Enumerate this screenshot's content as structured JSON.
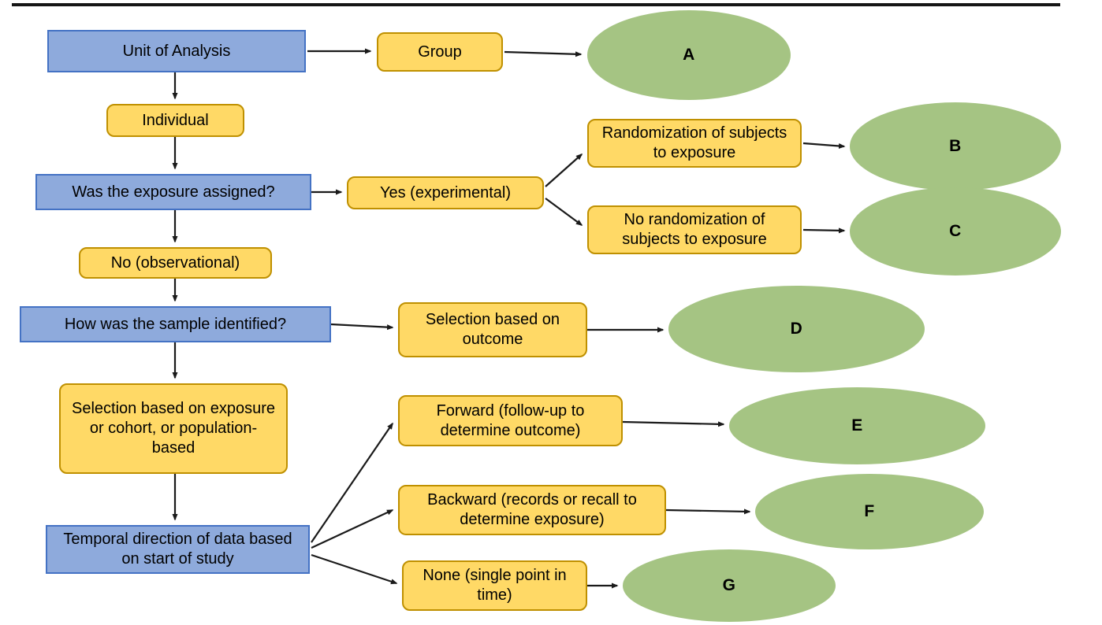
{
  "title": "Study design decision flowchart",
  "colors": {
    "decision_fill": "#8EAADC",
    "decision_border": "#4472C4",
    "option_fill": "#FFD966",
    "option_border": "#BF9000",
    "outcome_fill": "#A5C483",
    "arrow_color": "#1a1a1a",
    "text": "#000000"
  },
  "nodes": {
    "unit_of_analysis": "Unit of Analysis",
    "group": "Group",
    "individual": "Individual",
    "exposure_assigned": "Was the exposure assigned?",
    "yes_experimental": "Yes (experimental)",
    "randomization": "Randomization of subjects to exposure",
    "no_randomization": "No randomization of subjects to exposure",
    "no_observational": "No (observational)",
    "sample_identified": "How was the sample identified?",
    "selection_outcome": "Selection based on outcome",
    "selection_exposure": "Selection based on exposure or cohort, or population-based",
    "temporal_direction": "Temporal direction of data based on start of study",
    "forward": "Forward (follow-up to determine outcome)",
    "backward": "Backward (records or recall to determine exposure)",
    "none_single": "None (single point in time)"
  },
  "outcomes": {
    "a": "A",
    "b": "B",
    "c": "C",
    "d": "D",
    "e": "E",
    "f": "F",
    "g": "G"
  }
}
